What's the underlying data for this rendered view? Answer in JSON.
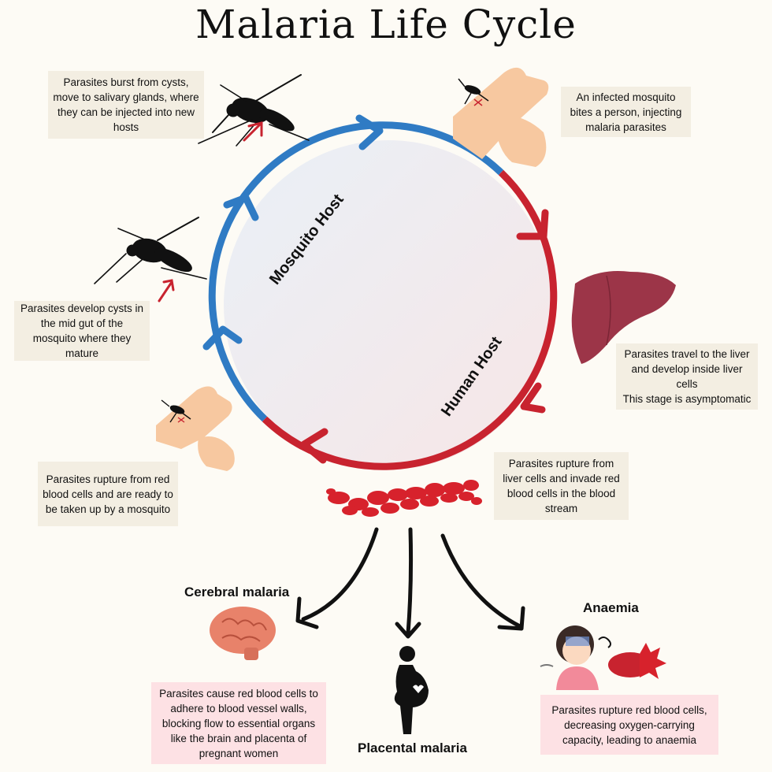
{
  "title": "Malaria Life Cycle",
  "hosts": {
    "mosquito": "Mosquito Host",
    "human": "Human Host"
  },
  "steps": {
    "bite": "An infected mosquito bites a person, injecting malaria parasites",
    "liver": [
      "Parasites travel to the liver and develop inside liver cells",
      "This stage is asymptomatic"
    ],
    "blood": "Parasites rupture from liver cells and invade red blood cells in the blood stream",
    "taken_up": "Parasites rupture from red blood cells and are ready to be taken up by a mosquito",
    "cysts": "Parasites develop cysts in the mid gut of the mosquito where they mature",
    "burst": "Parasites burst from cysts, move to salivary glands, where they can be injected into new hosts"
  },
  "outcomes": {
    "cerebral": {
      "label": "Cerebral malaria",
      "text": "Parasites cause red blood cells to adhere to blood vessel walls, blocking flow to essential organs like the brain and placenta of pregnant women"
    },
    "placental": {
      "label": "Placental malaria"
    },
    "anaemia": {
      "label": "Anaemia",
      "text": "Parasites rupture red blood cells, decreasing oxygen-carrying capacity, leading to anaemia"
    }
  },
  "colors": {
    "mosquito_arc": "#2f7bc4",
    "human_arc": "#c8232f",
    "box_bg": "#f3eee2",
    "box_pink": "#fde1e4",
    "liver": "#9c3548",
    "blood": "#d7222c"
  }
}
